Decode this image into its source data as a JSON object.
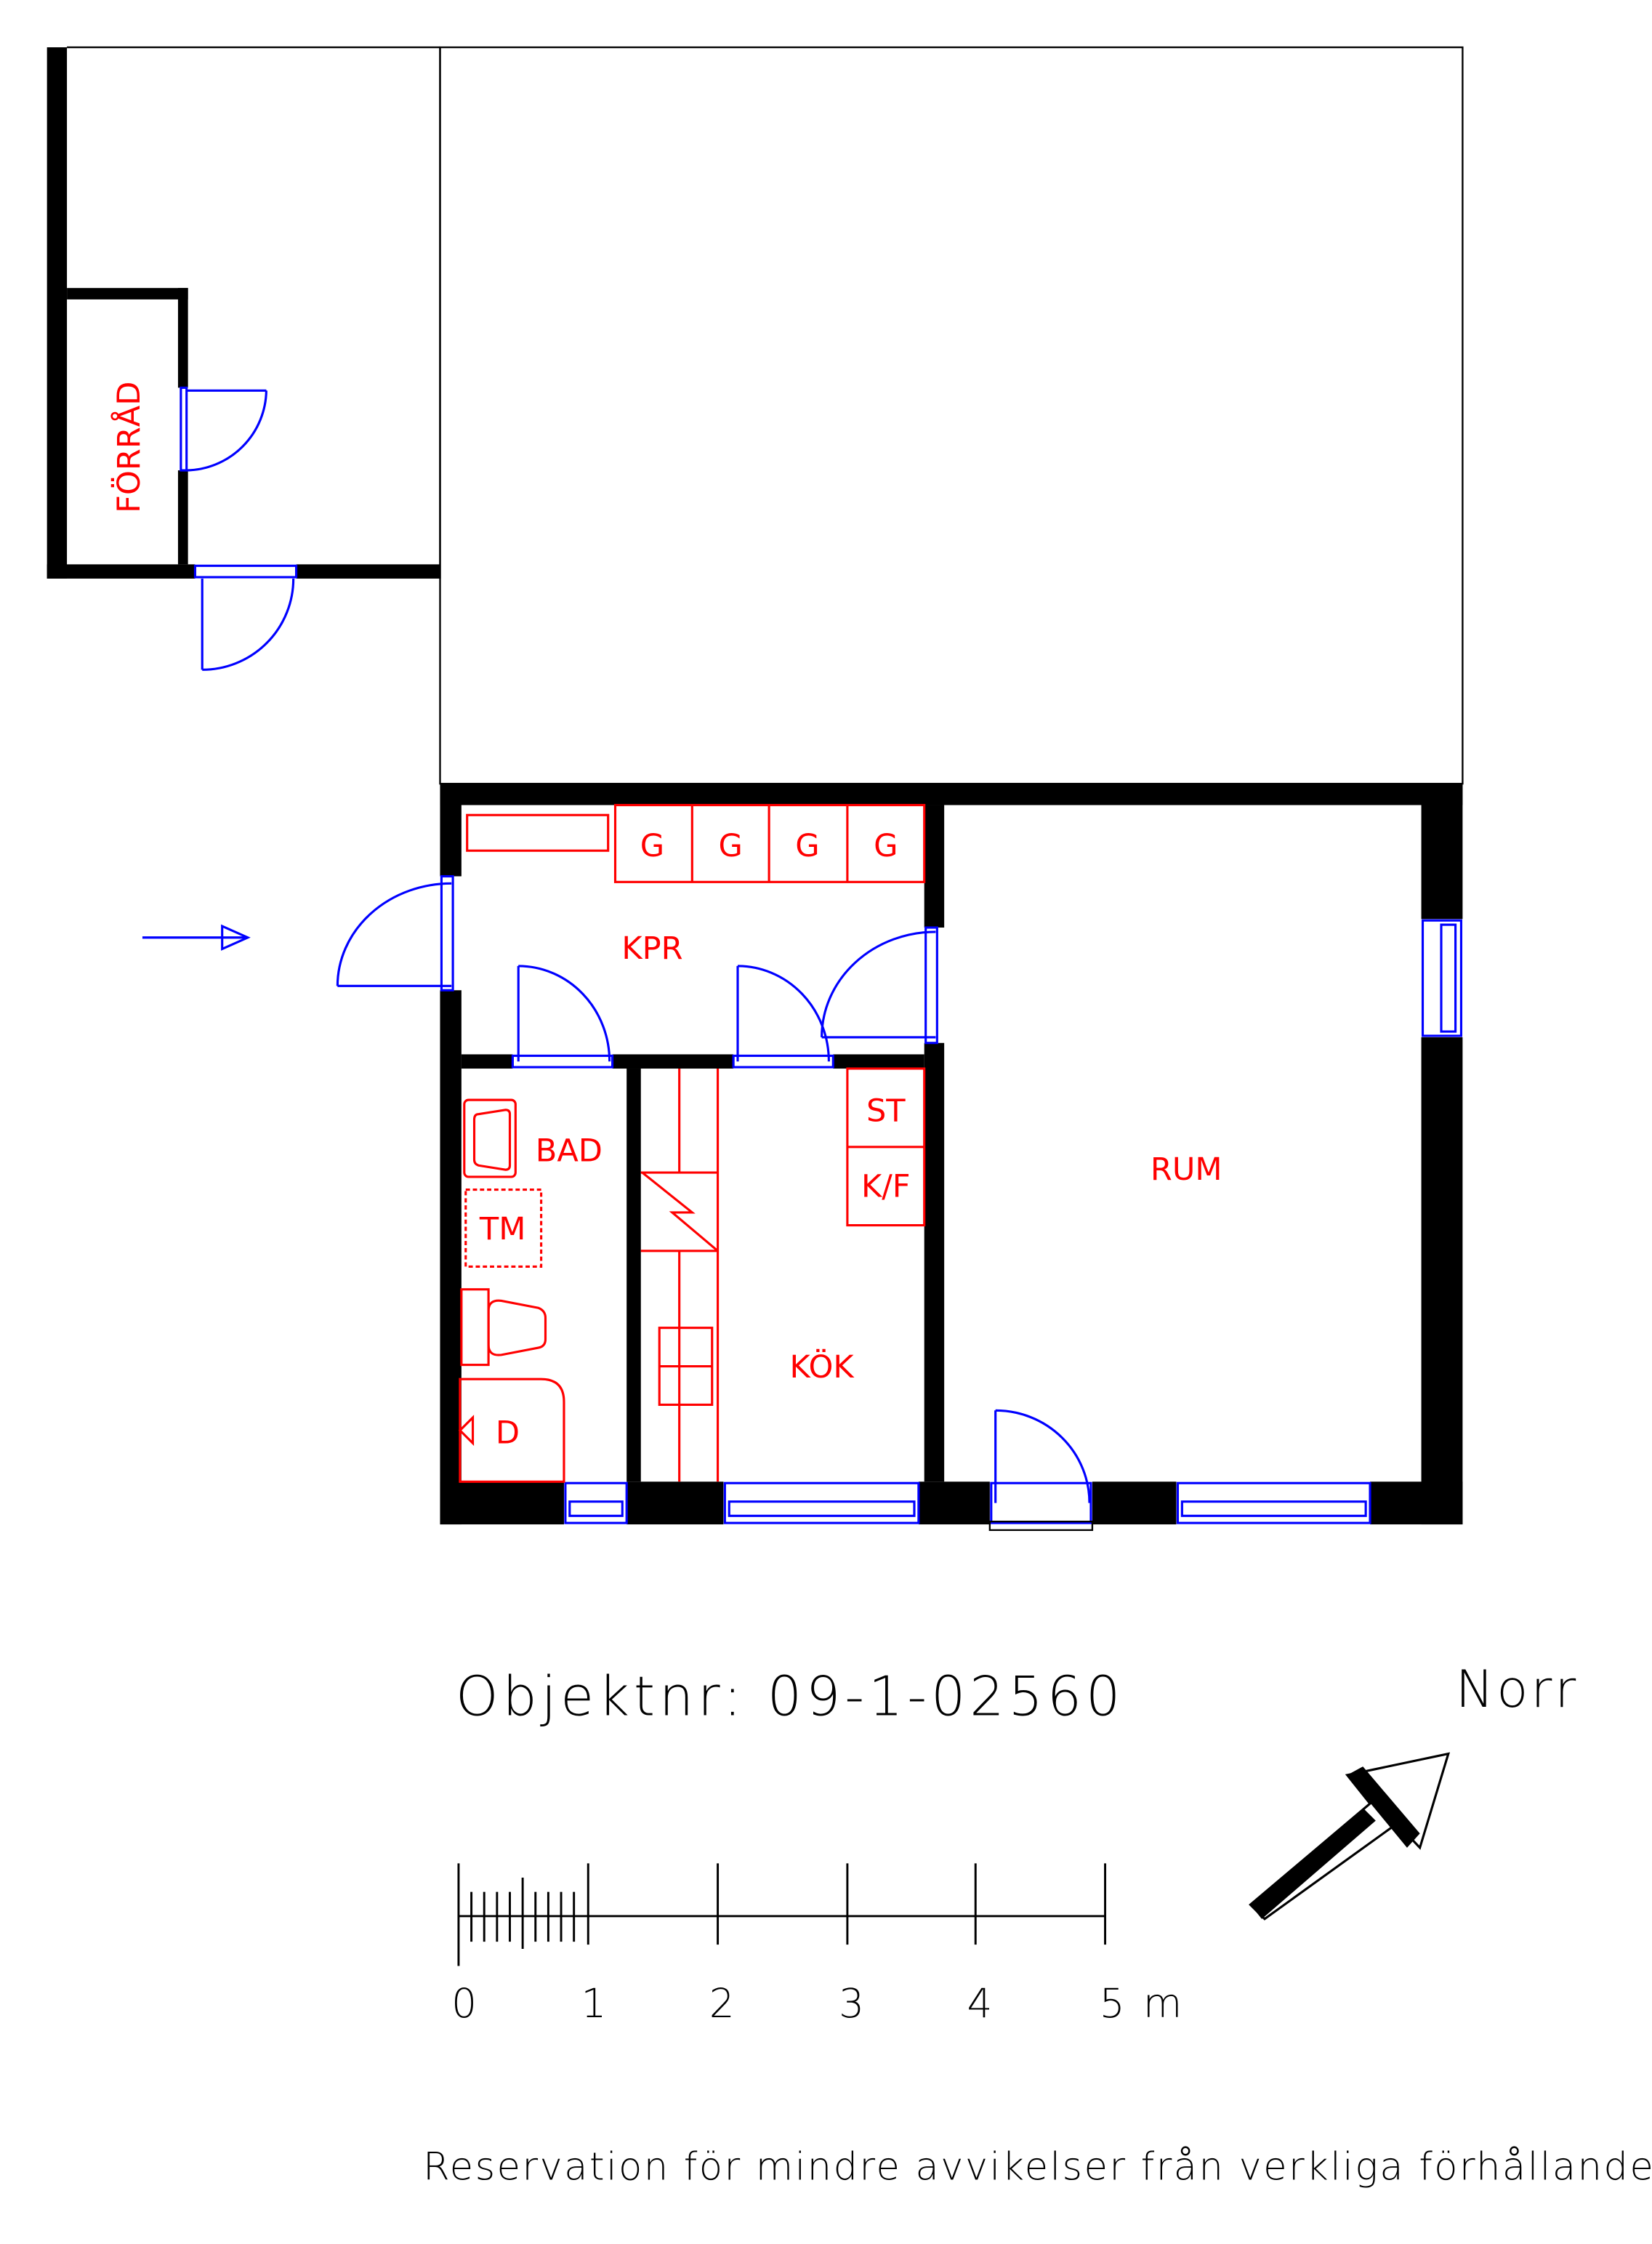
{
  "rooms": {
    "forrad": "FÖRRÅD",
    "kpr": "KPR",
    "bad": "BAD",
    "kok": "KÖK",
    "rum": "RUM"
  },
  "fixtures": {
    "g1": "G",
    "g2": "G",
    "g3": "G",
    "g4": "G",
    "st": "ST",
    "kf": "K/F",
    "tm": "TM",
    "d": "D"
  },
  "object_number": "Objektnr: 09-1-02560",
  "north_label": "Norr",
  "scale": {
    "ticks": [
      "0",
      "1",
      "2",
      "3",
      "4",
      "5 m"
    ]
  },
  "disclaimer": "Reservation för mindre avvikelser från verkliga förhållanden",
  "colors": {
    "walls": "#000000",
    "doors_windows": "#0000ff",
    "fixtures": "#ff0000"
  }
}
